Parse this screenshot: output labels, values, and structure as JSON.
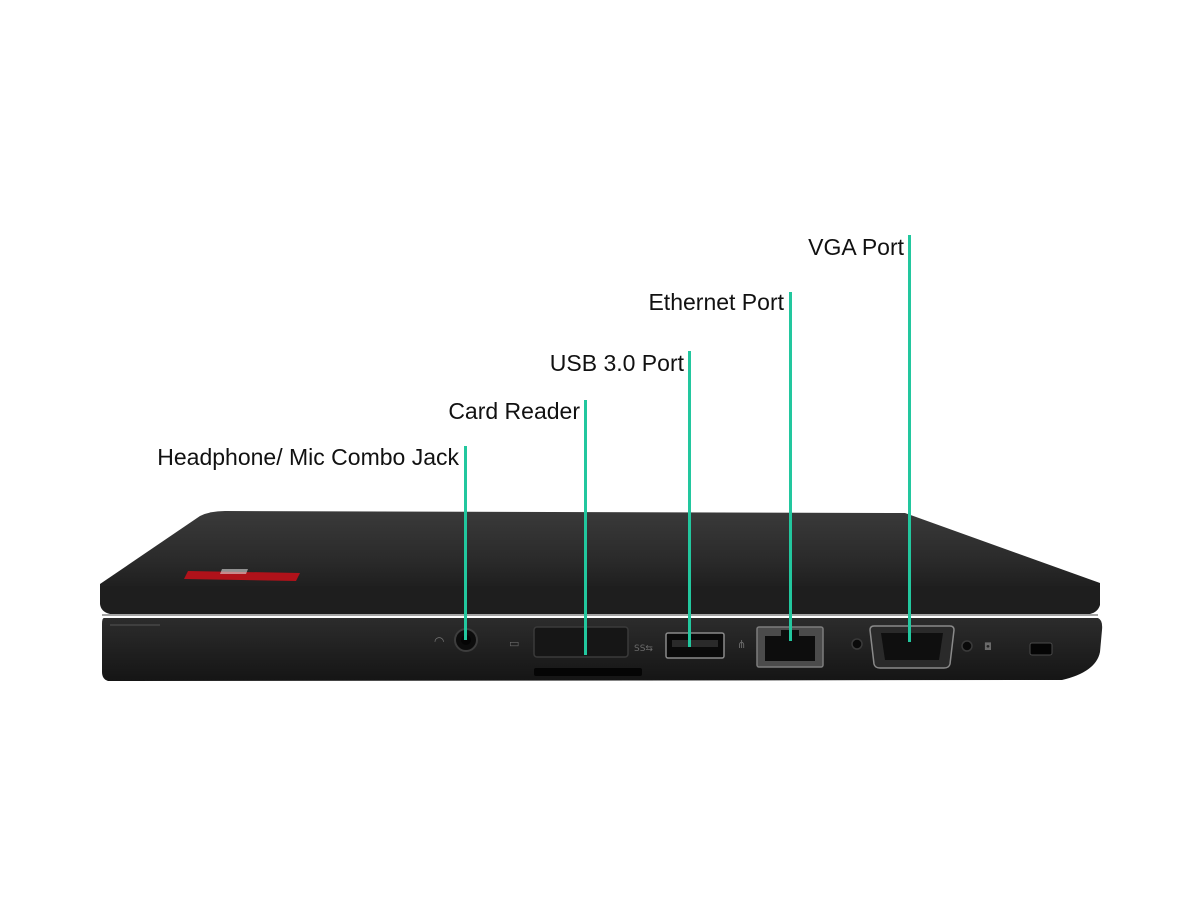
{
  "callouts": [
    {
      "id": "headphone-mic-jack",
      "label": "Headphone/ Mic Combo Jack"
    },
    {
      "id": "card-reader",
      "label": "Card Reader"
    },
    {
      "id": "usb-3-port",
      "label": "USB 3.0 Port"
    },
    {
      "id": "ethernet-port",
      "label": "Ethernet Port"
    },
    {
      "id": "vga-port",
      "label": "VGA Port"
    }
  ],
  "colors": {
    "leader": "#22c79e",
    "laptop_body": "#1f1f1f",
    "background": "#ffffff"
  },
  "icons": [
    "headphone-icon",
    "card-reader-icon",
    "usb-3-icon",
    "network-icon",
    "power-indicator-icon",
    "lock-slot-icon"
  ],
  "port_markings": {
    "usb": "SS⇆"
  }
}
